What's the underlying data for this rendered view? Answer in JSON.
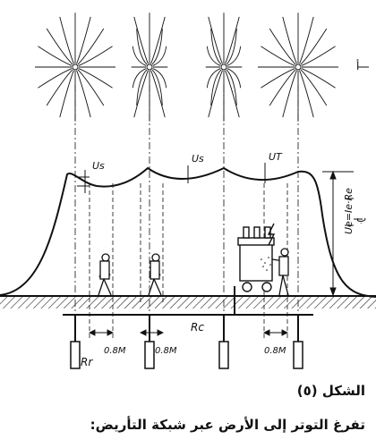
{
  "labels": {
    "zone_a": "أ",
    "zone_b": "ب",
    "us_left": "Us",
    "us_mid": "Us",
    "ut": "UT",
    "ue": "Ue=Ie·Re",
    "rc": "Rc",
    "rr": "Rr",
    "dist_1": "0.8M",
    "dist_2": "0.8M",
    "dist_3": "0.8M"
  },
  "caption": {
    "figure_number": "الشكل (٥)",
    "title": "تفرغ التوتر إلى الأرض عبر شبكة التأريض:"
  },
  "electrodes": [
    "electrode-1",
    "electrode-2",
    "electrode-3",
    "electrode-4"
  ]
}
